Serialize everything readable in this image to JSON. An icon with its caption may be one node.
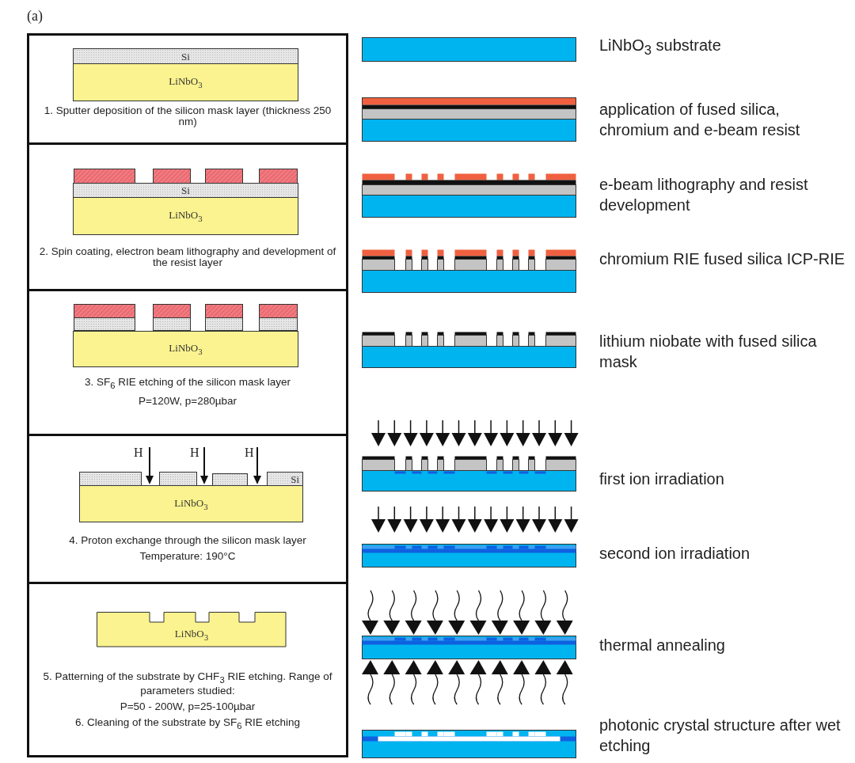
{
  "diagram": {
    "nodes": [
      {
        "text": [
          "1. Sputter deposition of the silicon mask layer (thickness 250 nm)"
        ]
      },
      {
        "text": [
          "Si"
        ],
        "in": 0
      },
      {
        "text": [
          "LiNbO$_{3}$"
        ],
        "in": 0
      },
      {
        "text": [
          "2. Spin coating, electron beam lithography and development of the resist layer"
        ]
      },
      {
        "text": [
          "Si"
        ],
        "in": 3
      },
      {
        "text": [
          "LiNbO$_{3}$"
        ],
        "in": 3
      },
      {
        "text": [
          "3. SF$_{6}$ RIE etching of the silicon mask layer",
          "P=120W, p=280µbar"
        ]
      },
      {
        "text": [
          "LiNbO$_{3}$"
        ],
        "in": 6
      },
      {
        "text": [
          "4. Proton exchange through the silicon mask layer",
          "Temperature: 190°C"
        ]
      },
      {
        "text": [
          "Si"
        ],
        "in": 8
      },
      {
        "text": [
          "LiNbO$_{3}$"
        ],
        "in": 8
      },
      {
        "text": [
          "5. Patterning of the substrate by CHF$_{3}$ RIE etching. Range of parameters studied:",
          "P=50 - 200W, p=25-100µbar",
          "6. Cleaning of the substrate by SF$_{6}$ RIE etching"
        ]
      },
      {
        "text": [
          "LiNbO$_{3}$"
        ],
        "in": 11
      }
    ],
    "labels": [
      "(a)",
      "H",
      "H",
      "H",
      "LiNbO$_{3}$ substrate",
      "application of fused silica, chromium and e-beam resist",
      "e-beam lithography and resist development",
      "chromium RIE fused silica ICP-RIE",
      "lithium niobate with fused silica mask",
      "first ion irradiation",
      "second ion irradiation",
      "thermal annealing",
      "photonic crystal structure after wet etching"
    ]
  }
}
